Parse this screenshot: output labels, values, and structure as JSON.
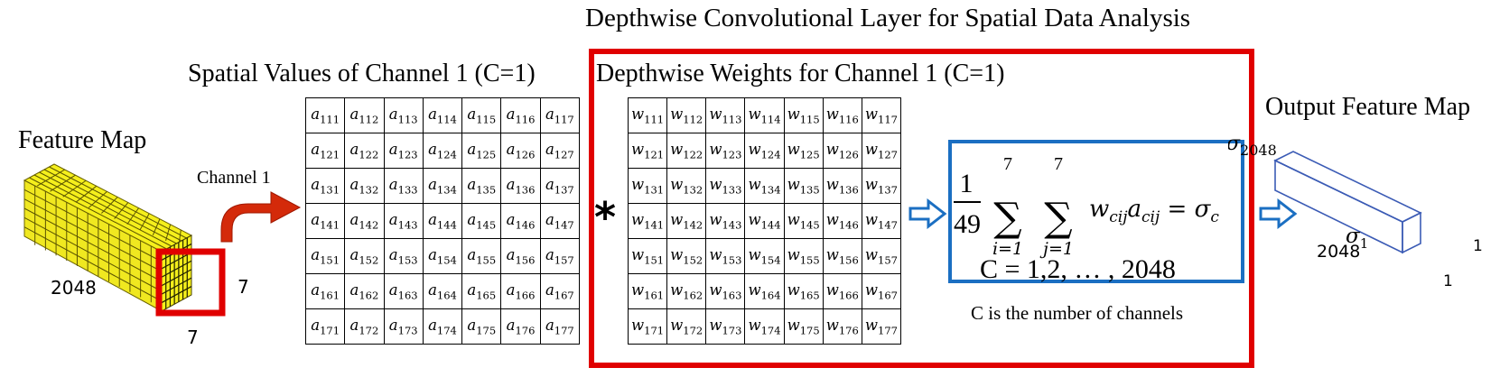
{
  "titles": {
    "main": "Depthwise Convolutional Layer for Spatial Data Analysis",
    "spatial": "Spatial Values of Channel 1 (C=1)",
    "weights": "Depthwise Weights for Channel 1 (C=1)",
    "output": "Output Feature Map",
    "feature_map": "Feature Map"
  },
  "labels": {
    "channel": "Channel 1",
    "fm_length": "2048",
    "fm_width": "7",
    "fm_height": "7",
    "out_length": "2048",
    "out_width": "1",
    "out_height": "1",
    "out_top": "σ2048",
    "out_front": "σ1",
    "conv_operator": "*"
  },
  "formula": {
    "fraction_numerator": "1",
    "fraction_denominator": "49",
    "sum_upper": "7",
    "sum_i_lower": "i=1",
    "sum_j_lower": "j=1",
    "expression": "w_cij a_cij = σ_c",
    "channel_range": "C = 1,2, … , 2048",
    "note": "C is the number of channels"
  },
  "grids": {
    "spatial": {
      "symbol": "a",
      "rows": [
        [
          "111",
          "112",
          "113",
          "114",
          "115",
          "116",
          "117"
        ],
        [
          "121",
          "122",
          "123",
          "124",
          "125",
          "126",
          "127"
        ],
        [
          "131",
          "132",
          "133",
          "134",
          "135",
          "136",
          "137"
        ],
        [
          "141",
          "142",
          "143",
          "144",
          "145",
          "146",
          "147"
        ],
        [
          "151",
          "152",
          "153",
          "154",
          "155",
          "156",
          "157"
        ],
        [
          "161",
          "162",
          "163",
          "164",
          "165",
          "166",
          "167"
        ],
        [
          "171",
          "172",
          "173",
          "174",
          "175",
          "176",
          "177"
        ]
      ]
    },
    "weights": {
      "symbol": "w",
      "rows": [
        [
          "111",
          "112",
          "113",
          "114",
          "115",
          "116",
          "117"
        ],
        [
          "121",
          "122",
          "123",
          "124",
          "125",
          "126",
          "127"
        ],
        [
          "131",
          "132",
          "133",
          "134",
          "135",
          "136",
          "137"
        ],
        [
          "141",
          "142",
          "143",
          "144",
          "145",
          "146",
          "147"
        ],
        [
          "151",
          "152",
          "153",
          "154",
          "155",
          "156",
          "157"
        ],
        [
          "161",
          "162",
          "163",
          "164",
          "165",
          "166",
          "167"
        ],
        [
          "171",
          "172",
          "173",
          "174",
          "175",
          "176",
          "177"
        ]
      ]
    }
  },
  "colors": {
    "layer_frame": "#e00000",
    "formula_frame": "#1b6fc2",
    "arrow_blue": "#1b6fc2",
    "channel_arrow": "#d42a0a",
    "cube_yellow": "#f5ef1c",
    "channel_highlight": "#e00000",
    "output_block": "#3b5bb5"
  }
}
